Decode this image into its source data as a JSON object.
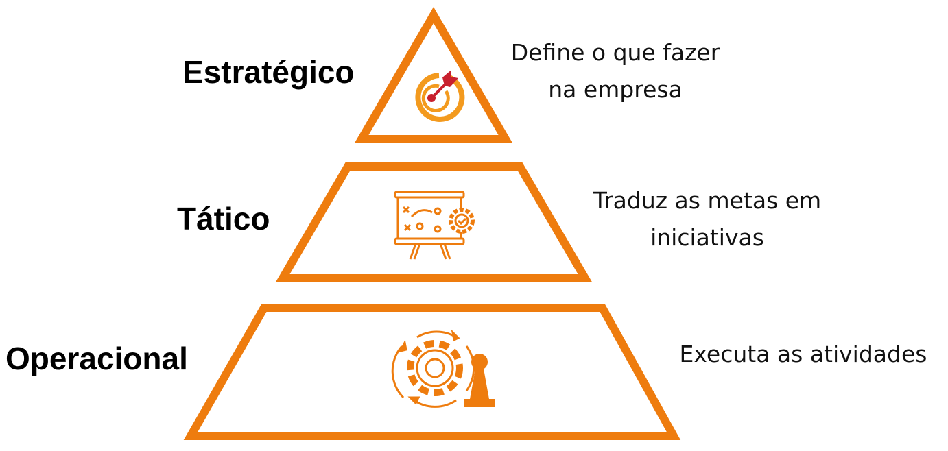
{
  "colors": {
    "accent": "#EE7C0E",
    "icon_light": "#F39A1E",
    "dart": "#C8202E"
  },
  "levels": [
    {
      "label": "Estratégico",
      "description_line1": "Define o que fazer",
      "description_line2": "na empresa",
      "icon": "target-dart-icon"
    },
    {
      "label": "Tático",
      "description_line1": "Traduz as metas em",
      "description_line2": "iniciativas",
      "icon": "strategy-board-gear-icon"
    },
    {
      "label": "Operacional",
      "description_line1": "Executa as atividades",
      "icon": "gear-cycle-pawn-icon"
    }
  ]
}
